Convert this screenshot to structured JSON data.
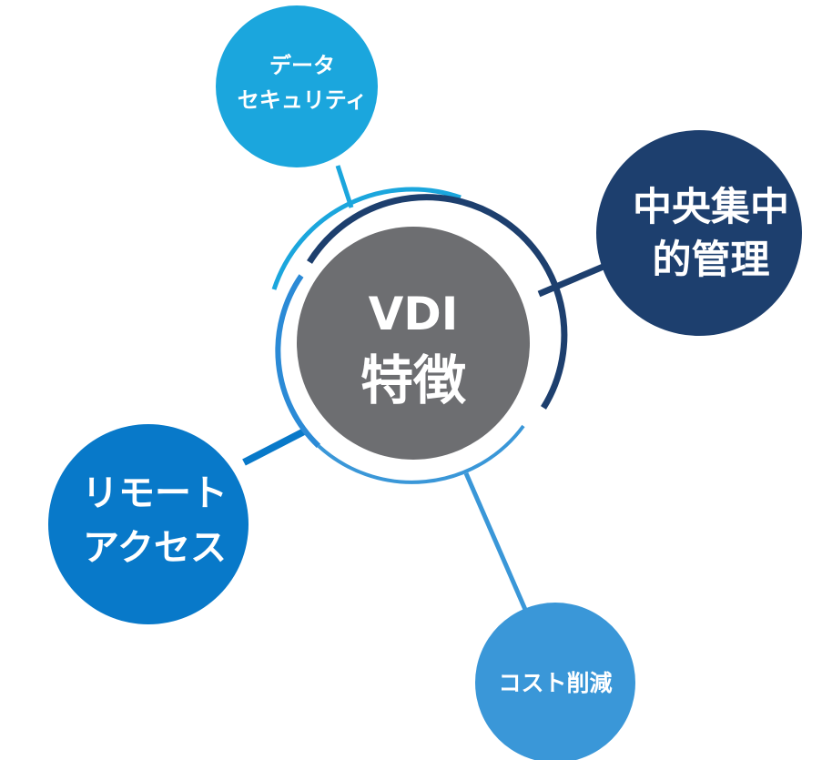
{
  "center": {
    "line1": "VDI",
    "line2": "特徴",
    "color": "#6d6e71"
  },
  "nodes": {
    "data_security": {
      "line1": "データ",
      "line2": "セキュリティ",
      "color": "#1ba6dd"
    },
    "central_management": {
      "line1": "中央集中",
      "line2": "的管理",
      "color": "#1d3f6e"
    },
    "remote_access": {
      "line1": "リモート",
      "line2": "アクセス",
      "color": "#0879c9"
    },
    "cost_reduction": {
      "line1": "コスト削減",
      "color": "#3a97d8"
    }
  },
  "arc_colors": {
    "top": "#1ba6dd",
    "inner": "#1d3f6e",
    "left": "#2b8ad6",
    "bottom": "#3a97d8"
  }
}
